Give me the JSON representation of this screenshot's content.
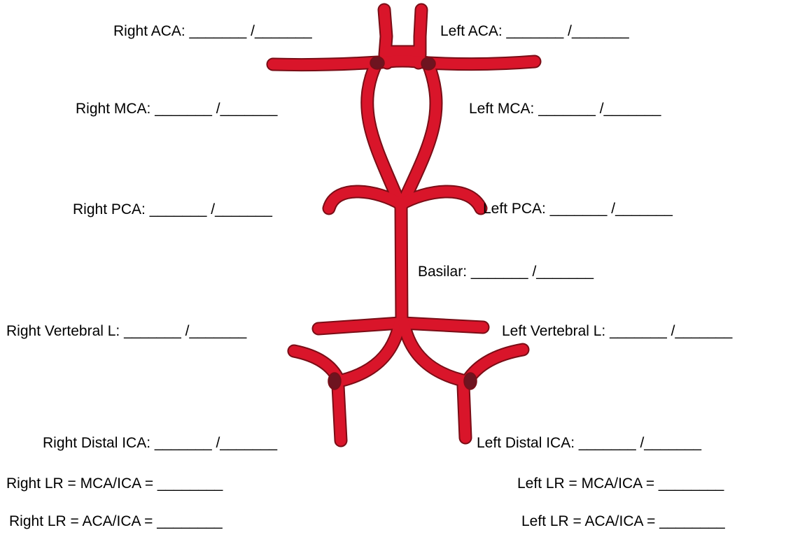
{
  "colors": {
    "artery": "#d9152a",
    "artery_outline": "#7a0d16",
    "junction": "#6e1420",
    "text": "#000000"
  },
  "labels": {
    "right_aca": "Right ACA: _______ /_______",
    "left_aca": "Left ACA: _______ /_______",
    "right_mca": "Right MCA: _______ /_______",
    "left_mca": "Left MCA: _______ /_______",
    "right_pca": "Right PCA: _______ /_______",
    "left_pca": "Left PCA: _______ /_______",
    "basilar": "Basilar: _______ /_______",
    "right_vertebral": "Right Vertebral L: _______ /_______",
    "left_vertebral": "Left Vertebral L: _______ /_______",
    "right_distal_ica": "Right Distal ICA: _______ /_______",
    "left_distal_ica": "Left Distal ICA: _______ /_______",
    "right_lr_mca": "Right LR = MCA/ICA = ________",
    "left_lr_mca": "Left LR = MCA/ICA = ________",
    "right_lr_aca": "Right LR = ACA/ICA = ________",
    "left_lr_aca": "Left LR = ACA/ICA = ________"
  }
}
